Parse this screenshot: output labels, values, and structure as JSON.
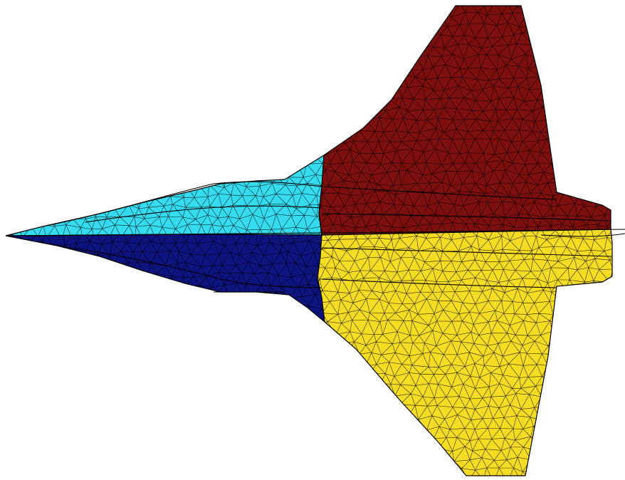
{
  "figure": {
    "subject": "aircraft-surface-mesh",
    "partitions": [
      {
        "name": "upper-forward",
        "color": "#35dcf0"
      },
      {
        "name": "lower-forward",
        "color": "#0d1480"
      },
      {
        "name": "upper-aft",
        "color": "#7e0f0f"
      },
      {
        "name": "lower-aft",
        "color": "#f6dd23"
      }
    ],
    "mesh_line_color": "#000000",
    "background_color": "#ffffff"
  }
}
